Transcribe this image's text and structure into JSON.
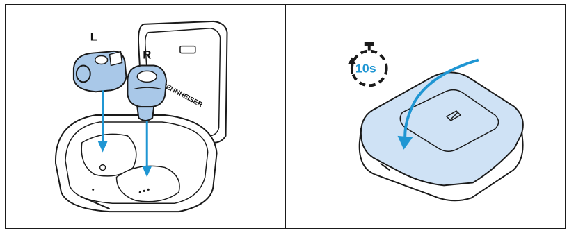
{
  "left_panel": {
    "label_left": "L",
    "label_right": "R",
    "brand": "SENNHEISER"
  },
  "right_panel": {
    "timer_text": "10s"
  },
  "colors": {
    "accent_blue": "#1f96d3",
    "earbud_fill": "#a9c8e8",
    "case_lid_fill": "#cfe2f5",
    "outline": "#1a1a1a"
  }
}
